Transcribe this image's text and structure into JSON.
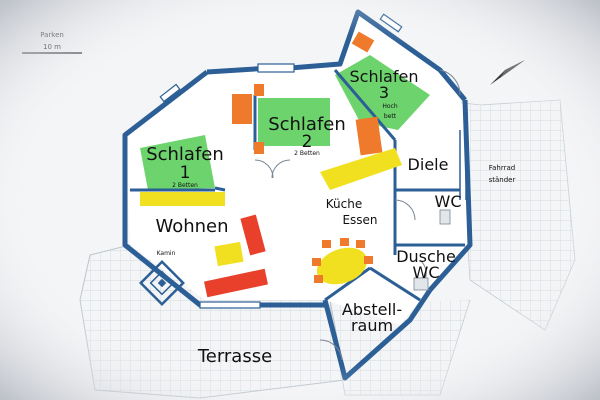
{
  "scale": {
    "label": "Parken",
    "distance": "10 m"
  },
  "rooms": {
    "schlafen1": {
      "name": "Schlafen",
      "number": "1",
      "beds": "2 Betten"
    },
    "schlafen2": {
      "name": "Schlafen",
      "number": "2",
      "beds": "2 Betten"
    },
    "schlafen3": {
      "name": "Schlafen",
      "number": "3",
      "beds_line1": "Hoch",
      "beds_line2": "bett"
    },
    "diele": "Diele",
    "wc": "WC",
    "kueche_line1": "Küche",
    "kueche_line2": "Essen",
    "wohnen": "Wohnen",
    "kamin": "Kamin",
    "dusche_line1": "Dusche",
    "dusche_line2": "WC",
    "abstell_line1": "Abstell-",
    "abstell_line2": "raum",
    "terrasse": "Terrasse"
  },
  "outside": {
    "fahrrad_line1": "Fahrrad",
    "fahrrad_line2": "ständer"
  },
  "colors": {
    "wall": "#2c5f96",
    "room_green": "#6dd36d",
    "furniture_orange": "#f07a2c",
    "furniture_red": "#e8402a",
    "counter_yellow": "#f0e020",
    "paving": "#cfd6dc"
  }
}
